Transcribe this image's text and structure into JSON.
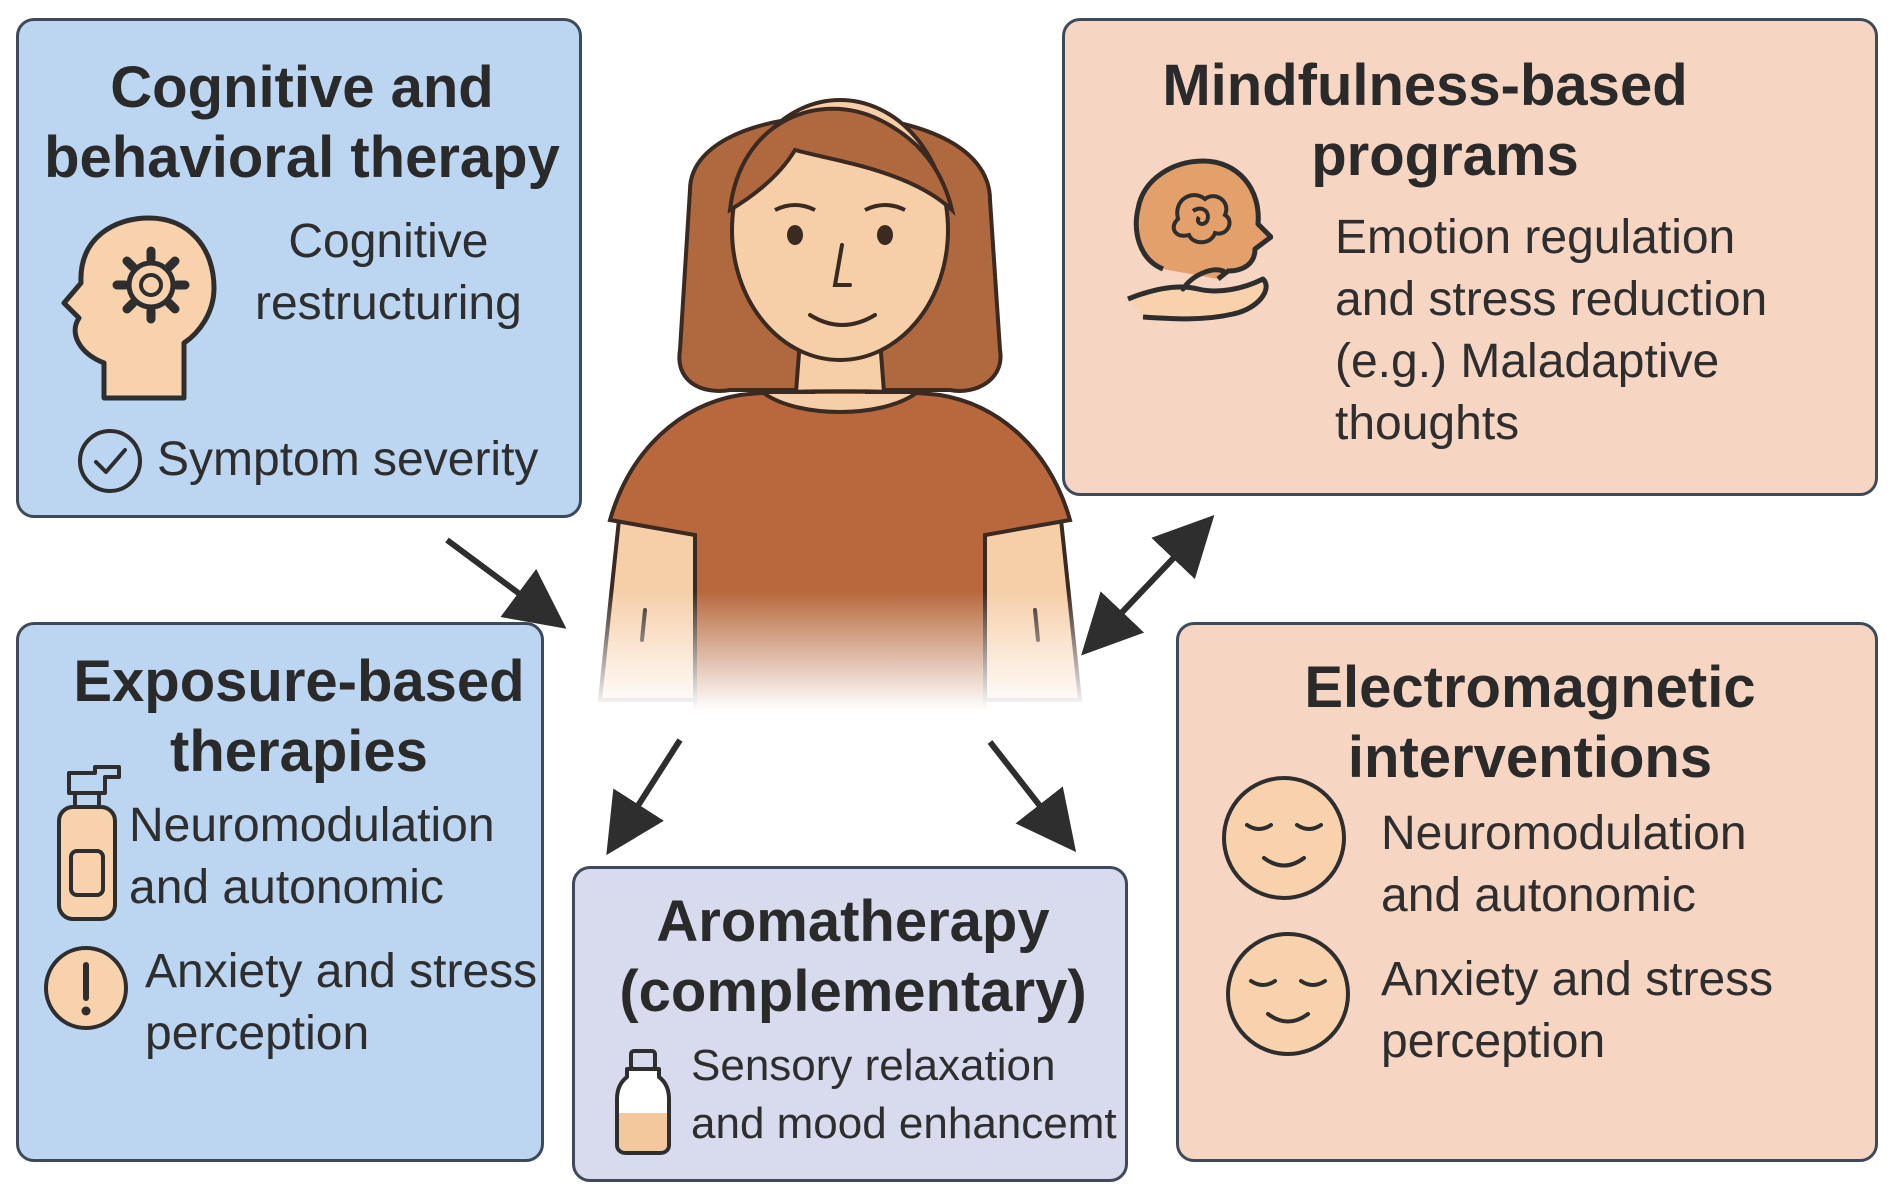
{
  "boxes": {
    "cbt": {
      "title_line1": "Cognitive and",
      "title_line2": "behavioral therapy",
      "text1_line1": "Cognitive",
      "text1_line2": "restructuring",
      "text2": "Symptom severity",
      "icons": [
        "head-gear-icon",
        "check-circle-icon"
      ]
    },
    "mindfulness": {
      "title_line1": "Mindfulness-based",
      "title_line2": "programs",
      "text_line1": "Emotion regulation",
      "text_line2": "and stress reduction",
      "text_line3": "(e.g.) Maladaptive",
      "text_line4": "thoughts",
      "icons": [
        "brain-hand-icon"
      ]
    },
    "exposure": {
      "title_line1": "Exposure-based",
      "title_line2": "therapies",
      "text1_line1": "Neuromodulation",
      "text1_line2": "and autonomic",
      "text2_line1": "Anxiety and stress",
      "text2_line2": "perception",
      "icons": [
        "pump-bottle-icon",
        "exclamation-circle-icon"
      ]
    },
    "aromatherapy": {
      "title_line1": "Aromatherapy",
      "title_line2": "(complementary)",
      "text_line1": "Sensory relaxation",
      "text_line2": "and mood enhancemt",
      "icons": [
        "bottle-icon"
      ]
    },
    "electromagnetic": {
      "title_line1": "Electromagnetic",
      "title_line2": "interventions",
      "text1_line1": "Neuromodulation",
      "text1_line2": "and autonomic",
      "text2_line1": "Anxiety and stress",
      "text2_line2": "perception",
      "icons": [
        "calm-face-icon",
        "calm-face-icon"
      ]
    }
  },
  "colors": {
    "blue_box": "#bcd5f0",
    "peach_box": "#f6d5c3",
    "lavender_box": "#d8daee",
    "border": "#3e4a5a",
    "icon_fill": "#f7d2ac",
    "icon_stroke": "#2e2e2e",
    "shirt": "#b8683c",
    "hair": "#b0683e",
    "skin": "#f6cfa9"
  },
  "center_figure": "woman-figure"
}
